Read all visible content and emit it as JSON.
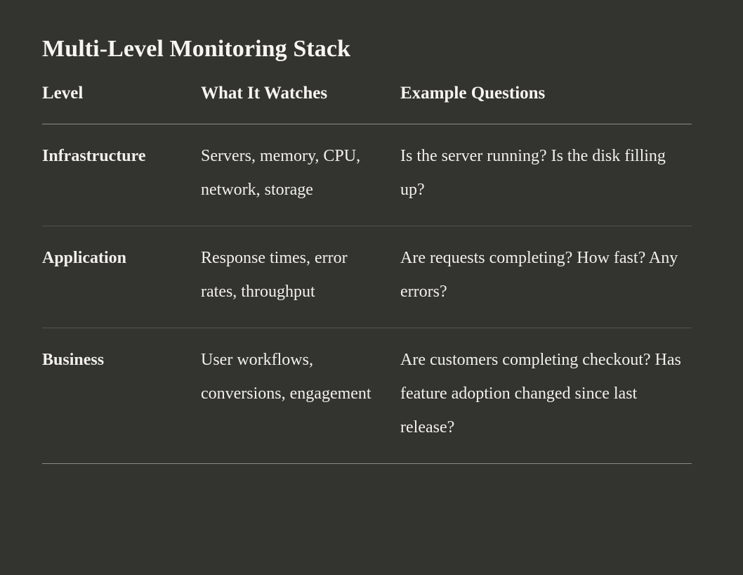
{
  "page": {
    "title": "Multi-Level Monitoring Stack",
    "background_color": "#33332f",
    "text_color": "#f7f5f0",
    "header_rule_color": "#8c8c86",
    "row_rule_color": "#55554f"
  },
  "table": {
    "columns": [
      {
        "key": "level",
        "header": "Level"
      },
      {
        "key": "watches",
        "header": "What It Watches"
      },
      {
        "key": "questions",
        "header": "Example Questions"
      }
    ],
    "rows": [
      {
        "level": "Infrastructure",
        "watches": "Servers, memory, CPU, network, storage",
        "questions": "Is the server running? Is the disk filling up?"
      },
      {
        "level": "Application",
        "watches": "Response times, error rates, throughput",
        "questions": "Are requests completing? How fast? Any errors?"
      },
      {
        "level": "Business",
        "watches": "User workflows, conversions, engagement",
        "questions": "Are customers completing checkout? Has feature adoption changed since last release?"
      }
    ]
  }
}
